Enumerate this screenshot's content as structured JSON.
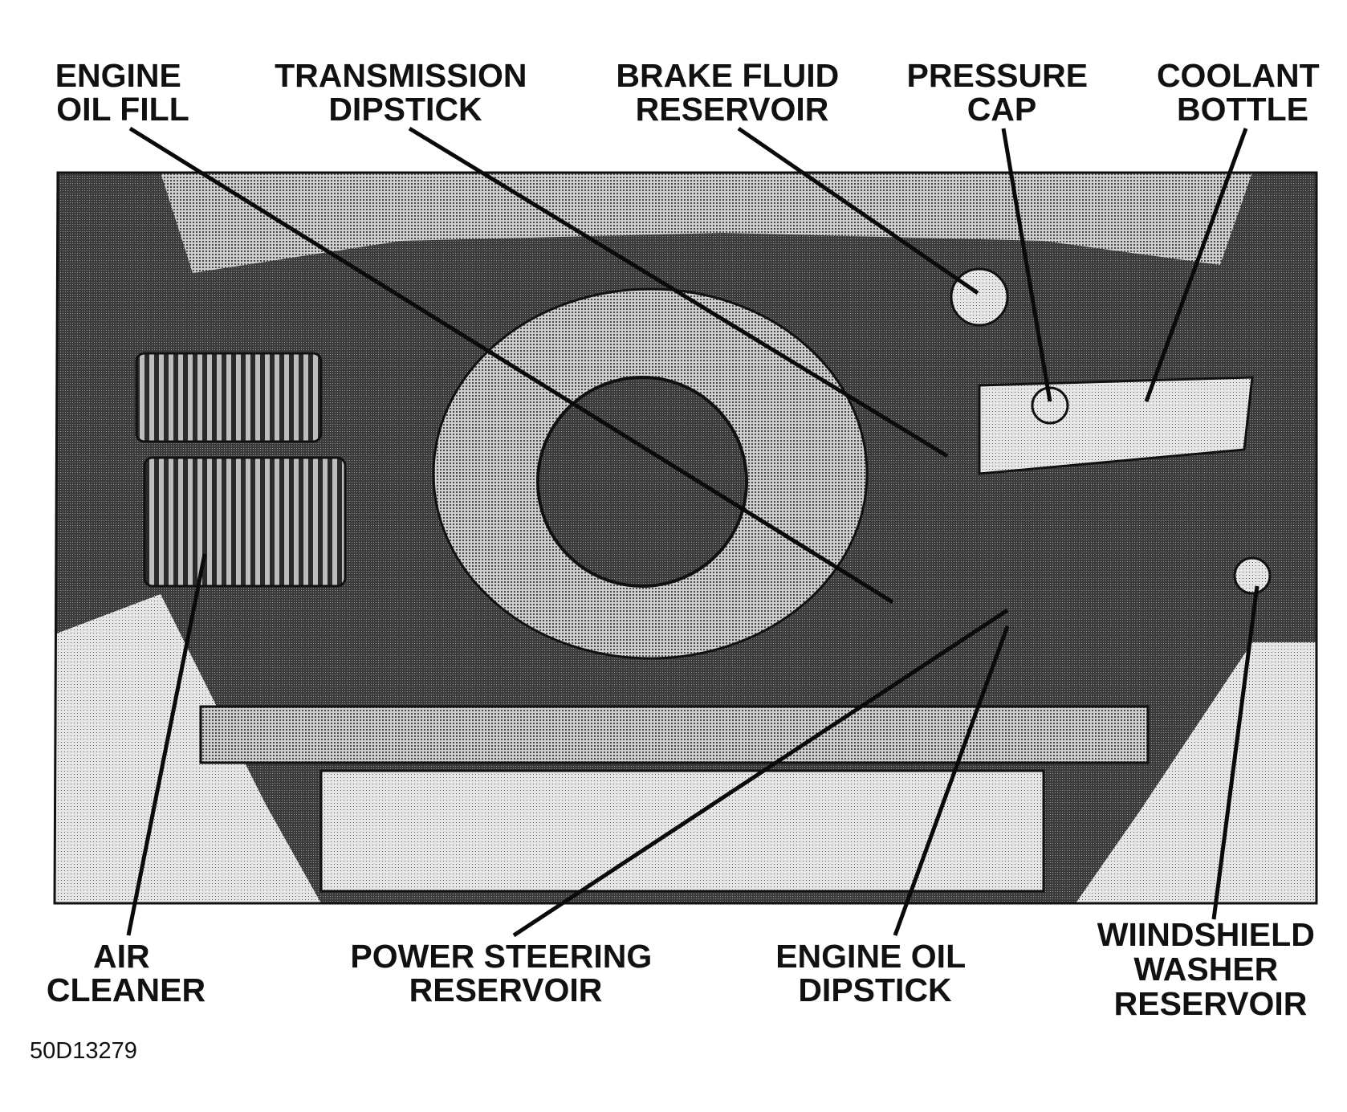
{
  "figure_code": "50D13279",
  "callouts": [
    {
      "id": "engine-oil-fill",
      "lines": [
        "ENGINE",
        "OIL FILL"
      ]
    },
    {
      "id": "transmission-dipstick",
      "lines": [
        "TRANSMISSION",
        "DIPSTICK"
      ]
    },
    {
      "id": "brake-fluid-reservoir",
      "lines": [
        "BRAKE FLUID",
        "RESERVOIR"
      ]
    },
    {
      "id": "pressure-cap",
      "lines": [
        "PRESSURE",
        "CAP"
      ]
    },
    {
      "id": "coolant-bottle",
      "lines": [
        "COOLANT",
        "BOTTLE"
      ]
    },
    {
      "id": "air-cleaner",
      "lines": [
        "AIR",
        "CLEANER"
      ]
    },
    {
      "id": "power-steering-reservoir",
      "lines": [
        "POWER STEERING",
        "RESERVOIR"
      ]
    },
    {
      "id": "engine-oil-dipstick",
      "lines": [
        "ENGINE OIL",
        "DIPSTICK"
      ]
    },
    {
      "id": "windshield-washer-reservoir",
      "lines": [
        "WIINDSHIELD",
        "WASHER",
        "RESERVOIR"
      ]
    }
  ],
  "colors": {
    "ink": "#111111",
    "paper": "#ffffff"
  }
}
